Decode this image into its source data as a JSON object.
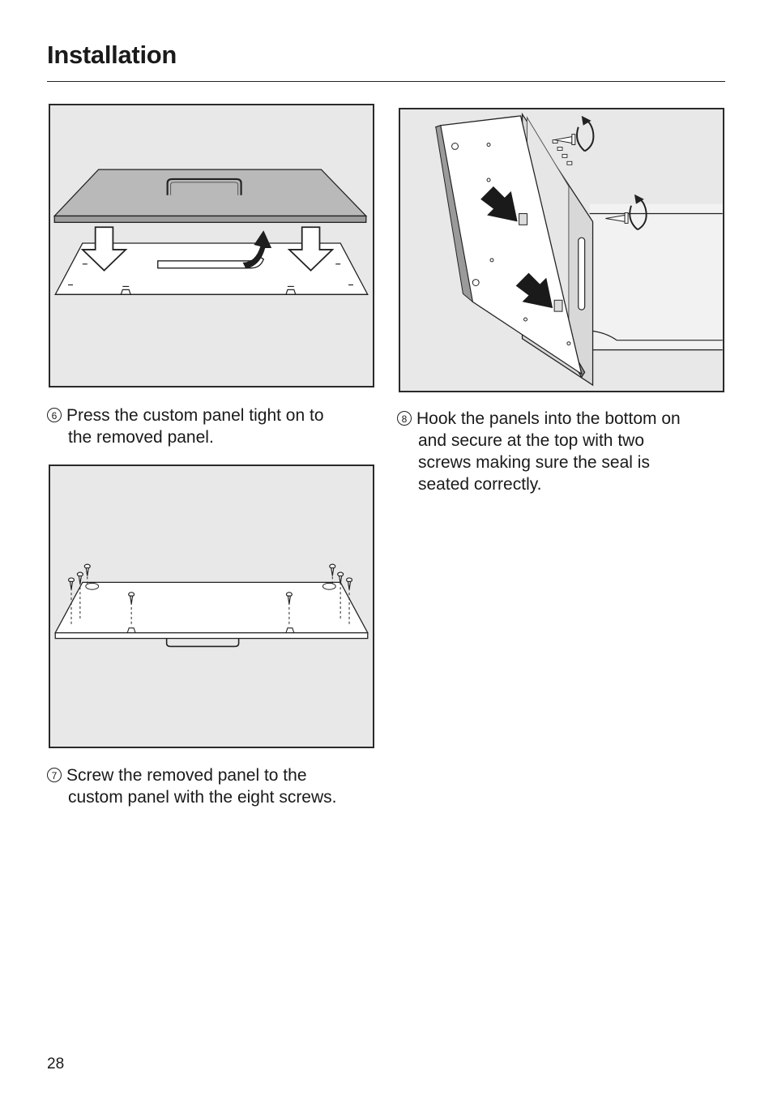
{
  "header": {
    "title": "Installation"
  },
  "steps": [
    {
      "number": "6",
      "lines": [
        "Press the custom panel tight on to",
        "the removed panel."
      ]
    },
    {
      "number": "7",
      "lines": [
        "Screw the removed panel to the",
        "custom panel with the eight screws."
      ]
    },
    {
      "number": "8",
      "lines": [
        "Hook the panels into the bottom on",
        "and secure at the top with two",
        "screws making sure the seal is",
        "seated correctly."
      ]
    }
  ],
  "footer": {
    "page_number": "28"
  },
  "icons": [
    "down-arrow-icon",
    "curved-arrow-icon",
    "screw-icon",
    "rotate-arrow-icon",
    "hook-arrow-icon"
  ]
}
